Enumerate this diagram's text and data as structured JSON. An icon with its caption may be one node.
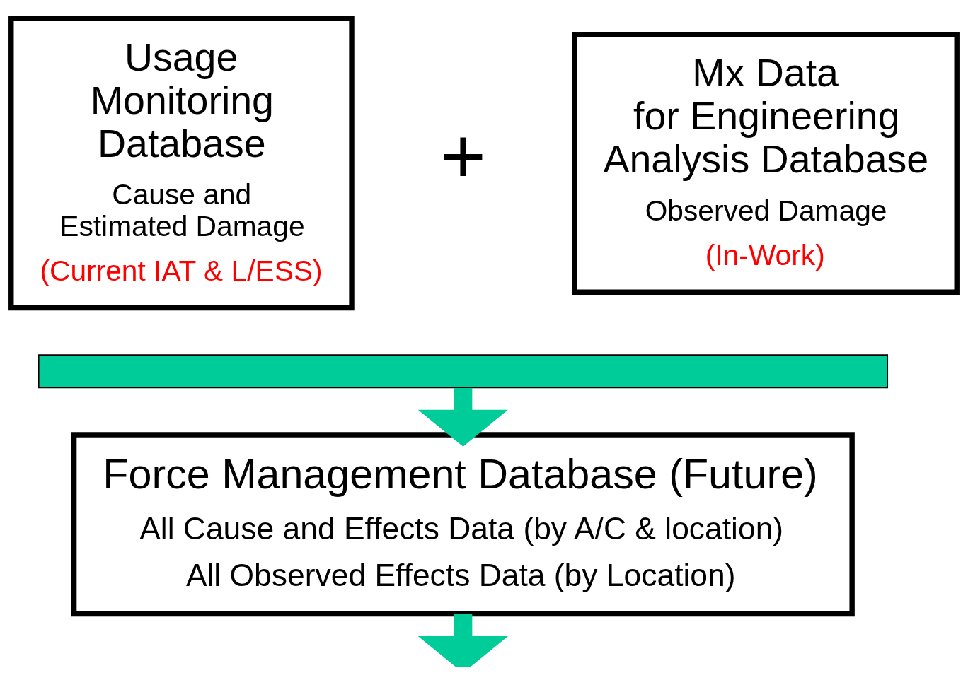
{
  "diagram": {
    "nodes": [
      {
        "text": [
          "Usage Monitoring Database",
          "Cause and Estimated Damage",
          "(Current IAT & L/ESS)"
        ]
      },
      {
        "text": [
          "Mx Data for Engineering Analysis Database",
          "Observed Damage",
          "(In-Work)"
        ]
      },
      {
        "text": [],
        "shape": "bar"
      },
      {
        "text": [
          "Force Management Database (Future)",
          "All Cause and Effects Data (by A/C & location)",
          "All Observed Effects Data (by Location)"
        ]
      }
    ],
    "edges": [
      {
        "from": 2,
        "to": 3,
        "arrow": "to"
      },
      {
        "from": 3,
        "to": null,
        "arrow": "to"
      }
    ],
    "labels": [
      "+"
    ]
  }
}
